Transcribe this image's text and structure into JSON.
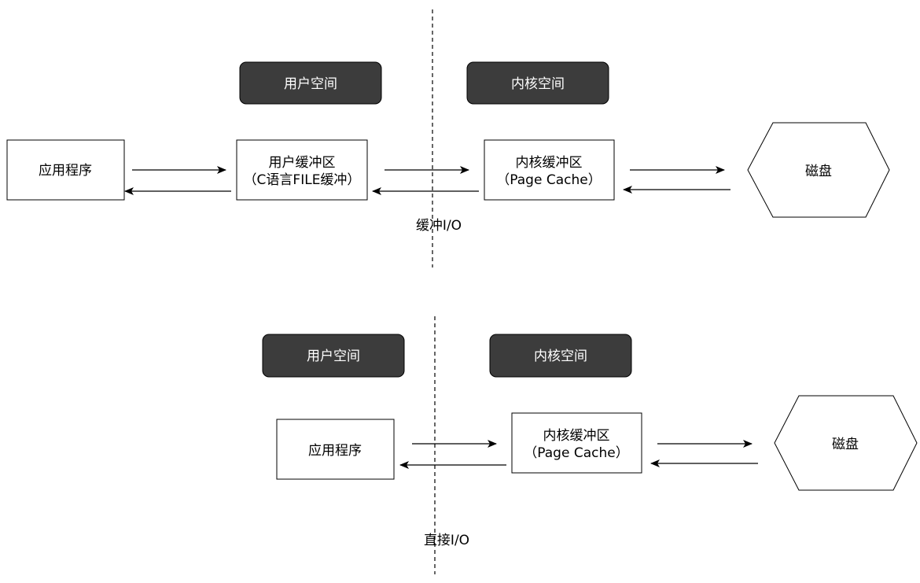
{
  "colors": {
    "header_fill": "#3c3c3c",
    "header_text": "#ffffff",
    "box_stroke": "#000000",
    "box_fill": "#ffffff",
    "arrow": "#000000"
  },
  "buffered": {
    "user_space": "用户空间",
    "kernel_space": "内核空间",
    "app": "应用程序",
    "user_buffer_line1": "用户缓冲区",
    "user_buffer_line2": "（C语言FILE缓冲）",
    "kernel_buffer_line1": "内核缓冲区",
    "kernel_buffer_line2": "（Page Cache）",
    "disk": "磁盘",
    "caption": "缓冲I/O"
  },
  "direct": {
    "user_space": "用户空间",
    "kernel_space": "内核空间",
    "app": "应用程序",
    "kernel_buffer_line1": "内核缓冲区",
    "kernel_buffer_line2": "（Page Cache）",
    "disk": "磁盘",
    "caption": "直接I/O"
  }
}
